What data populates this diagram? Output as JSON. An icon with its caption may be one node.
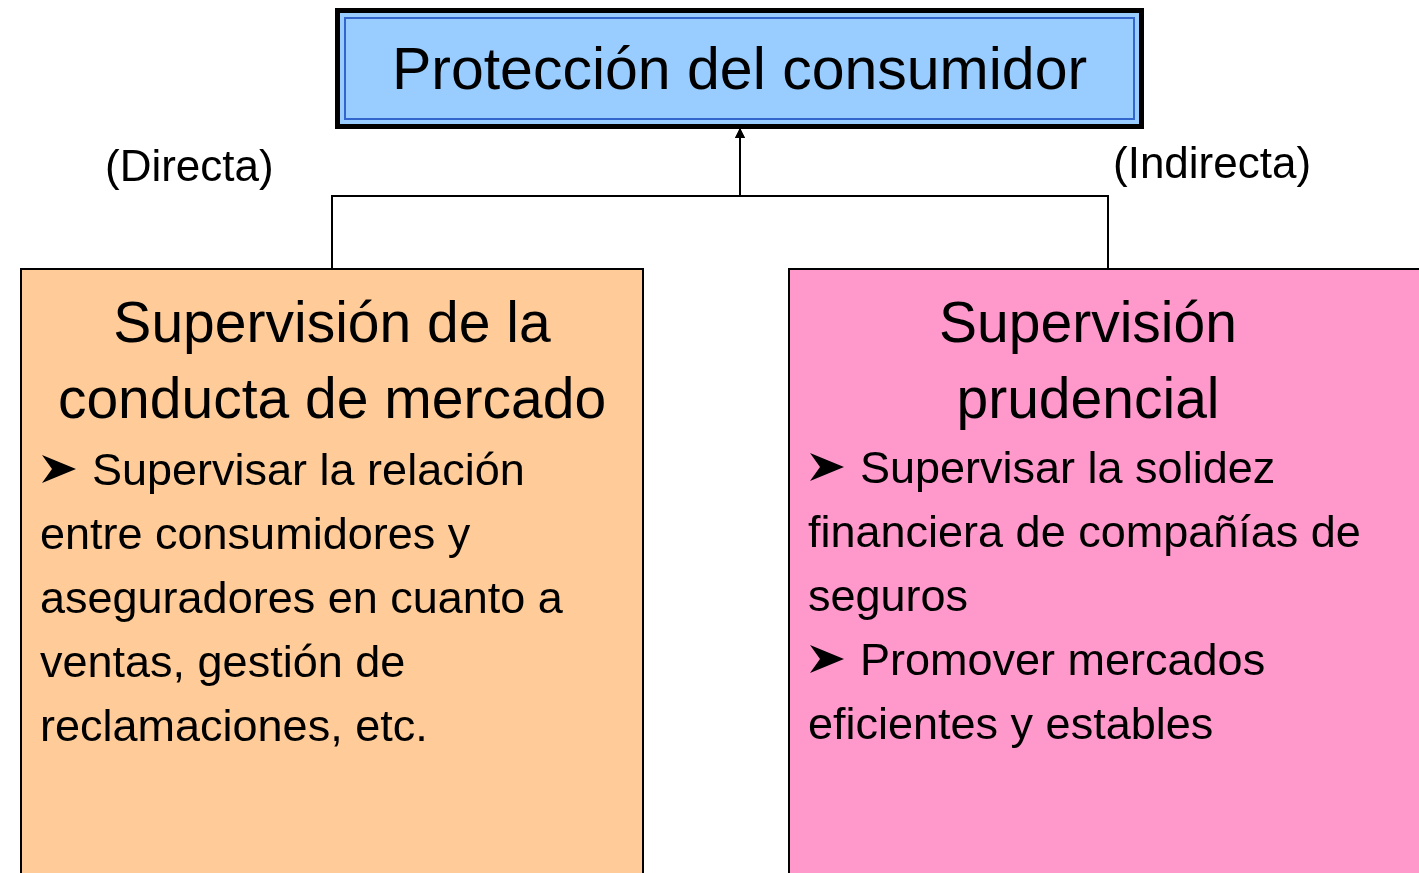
{
  "diagram": {
    "nodes": [
      {
        "text": [
          "Protección del consumidor"
        ]
      },
      {
        "text": [
          "Supervisión de la conducta de mercado",
          "Supervisar la relación entre consumidores y aseguradores en cuanto a ventas, gestión de reclamaciones, etc."
        ]
      },
      {
        "text": [
          "Supervisión prudencial",
          "Supervisar la solidez financiera de compañías de seguros",
          "Promover mercados eficientes y estables"
        ]
      }
    ],
    "edges": [
      {
        "from": 1,
        "to": 0,
        "arrow": "to"
      },
      {
        "from": 2,
        "to": 0,
        "arrow": "to"
      }
    ],
    "labels": [
      "(Directa)",
      "(Indirecta)"
    ]
  }
}
